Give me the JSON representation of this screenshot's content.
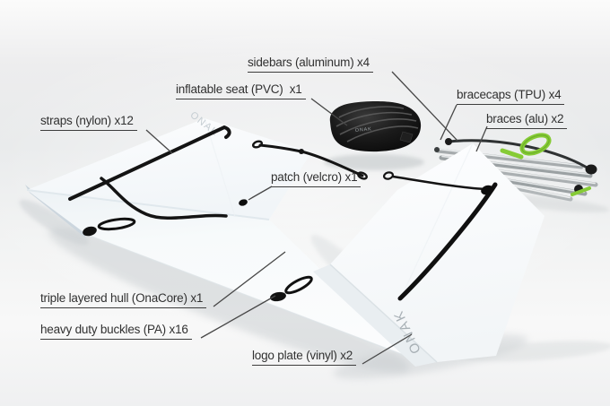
{
  "labels": {
    "straps": "straps (nylon) x12",
    "inflatable_seat": "inflatable seat (PVC)  x1",
    "sidebars": "sidebars (aluminum) x4",
    "bracecaps": "bracecaps (TPU) x4",
    "braces": "braces (alu) x2",
    "patch": "patch (velcro) x1",
    "hull": "triple layered hull (OnaCore) x1",
    "buckles": "heavy duty buckles (PA) x16",
    "logo_plate": "logo plate (vinyl) x2"
  },
  "brand": {
    "hull_faint_logo": "ONAK",
    "seat_logo": "ONAK",
    "logo_plate_text": "ONAK"
  },
  "colors": {
    "label_text": "#313131",
    "underline": "#3d3d3d",
    "leader_line": "#474747",
    "strap_black": "#141414",
    "brace_green": "#8ed23e",
    "tube_silver": "#b2b7b9",
    "seat_black": "#101010"
  }
}
